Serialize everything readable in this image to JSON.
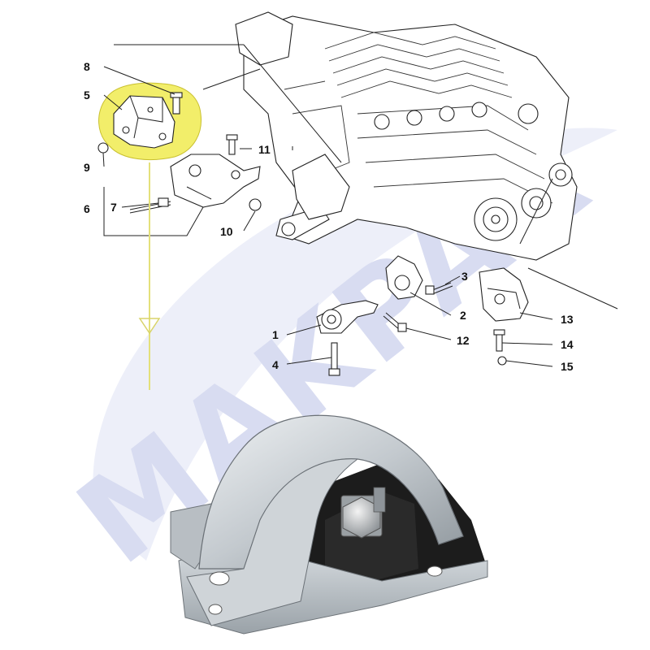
{
  "watermark": {
    "text": "MAKPAR",
    "color": "#b9c0e6"
  },
  "callouts": {
    "c1": "1",
    "c2": "2",
    "c3": "3",
    "c4": "4",
    "c5": "5",
    "c6": "6",
    "c7": "7",
    "c8": "8",
    "c9": "9",
    "c10": "10",
    "c11": "11",
    "c12": "12",
    "c13": "13",
    "c14": "14",
    "c15": "15"
  },
  "colors": {
    "highlight": "#f2ee6a",
    "arrow": "#e4e07a",
    "mount_metal": "#c9cfd3",
    "mount_rubber": "#1c1c1c"
  },
  "icons": [
    "engine-block-drawing",
    "mount-bracket-drawing",
    "rubber-mount-photo",
    "down-arrow-icon"
  ]
}
